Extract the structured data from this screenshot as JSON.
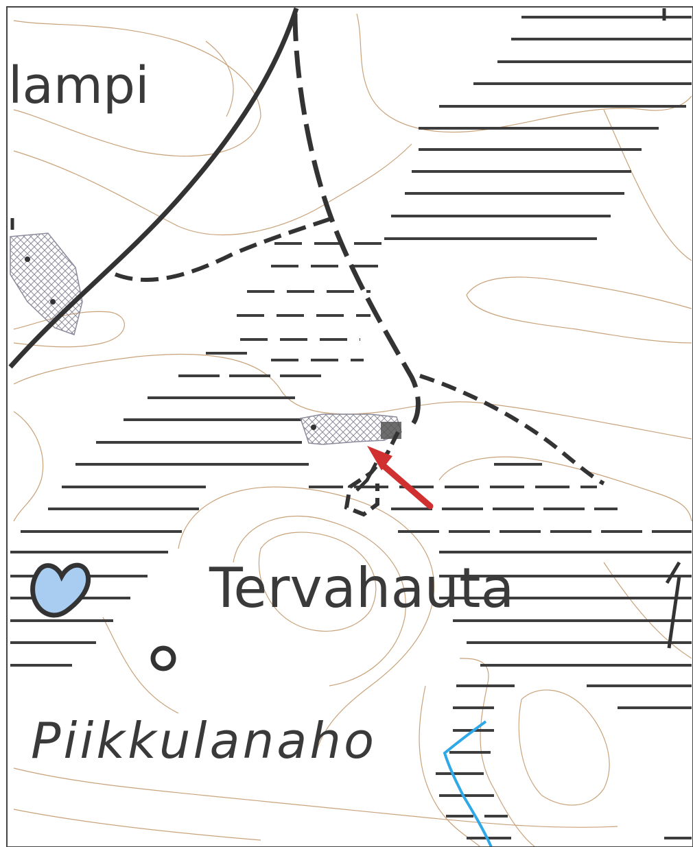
{
  "map": {
    "labels": {
      "lake_partial": "lampi",
      "site_name": "Tervahauta",
      "area_name": "Piikkulanaho"
    },
    "colors": {
      "paper": "#ffffff",
      "frame": "#444444",
      "road": "#333333",
      "marsh": "#3d3d3d",
      "contour": "#c9a27a",
      "water": "#a8cdf0",
      "stream": "#2fa8e8",
      "marker": "#d03030",
      "crosshatch": "#8a8a9a"
    },
    "icons": [
      "red-arrow-marker",
      "pond",
      "stream",
      "ring-marker",
      "crosshatch-area"
    ]
  }
}
